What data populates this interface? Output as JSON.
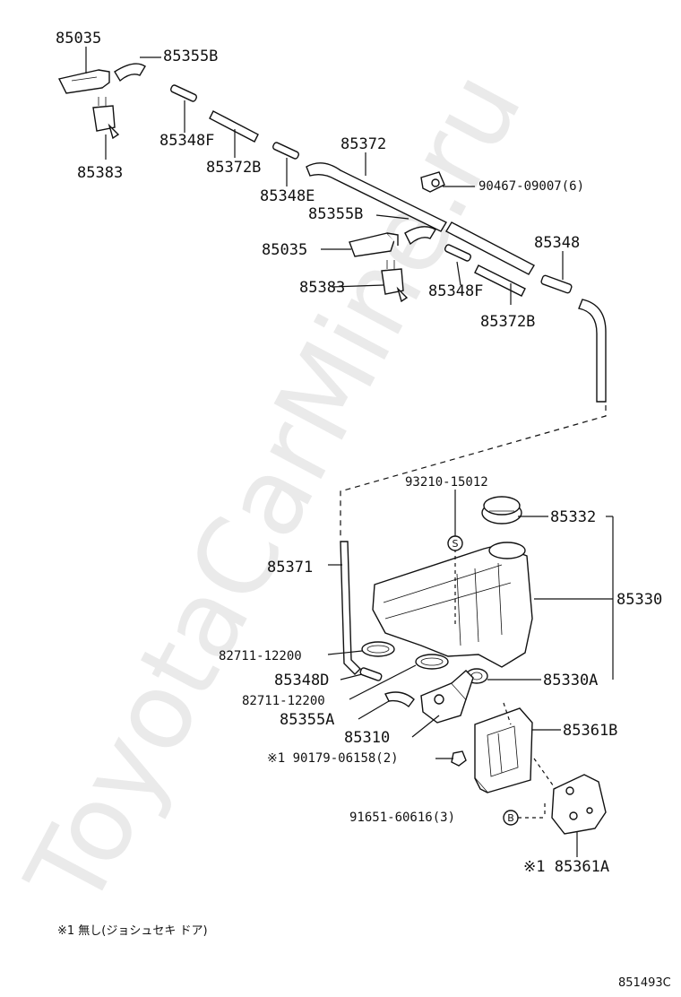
{
  "watermark": "ToyotaCarMine.ru",
  "labels": {
    "p85035_top": "85035",
    "p85355B_top": "85355B",
    "p85383_top": "85383",
    "p85348F_top": "85348F",
    "p85372B_top": "85372B",
    "p85348E": "85348E",
    "p85372": "85372",
    "p90467": "90467-09007(6)",
    "p85355B_mid": "85355B",
    "p85035_mid": "85035",
    "p85348": "85348",
    "p85383_mid": "85383",
    "p85348F_mid": "85348F",
    "p85372B_mid": "85372B",
    "p93210": "93210-15012",
    "p85332": "85332",
    "p85371": "85371",
    "p85330": "85330",
    "p82711_a": "82711-12200",
    "p85348D": "85348D",
    "p85330A": "85330A",
    "p82711_b": "82711-12200",
    "p85355A": "85355A",
    "p85310": "85310",
    "p85361B": "85361B",
    "p90179": "※1 90179-06158(2)",
    "p91651": "91651-60616(3)",
    "p85361A": "※1 85361A"
  },
  "symbols": {
    "screw": "S",
    "bolt": "B"
  },
  "footnote": "※1 無し(ジョシュセキ ドア)",
  "diagram_code": "851493C"
}
